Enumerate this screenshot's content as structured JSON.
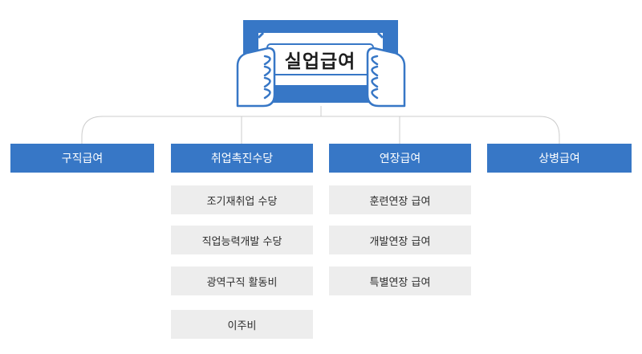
{
  "title": "실업급여",
  "categories": [
    {
      "label": "구직급여",
      "items": []
    },
    {
      "label": "취업촉진수당",
      "items": [
        "조기재취업 수당",
        "직업능력개발 수당",
        "광역구직 활동비",
        "이주비"
      ]
    },
    {
      "label": "연장급여",
      "items": [
        "훈련연장 급여",
        "개발연장 급여",
        "특별연장 급여"
      ]
    },
    {
      "label": "상병급여",
      "items": []
    }
  ],
  "colors": {
    "accent": "#3777c6",
    "sub_bg": "#ededed",
    "line": "#cccccc"
  },
  "icons": {
    "hero": "hands-holding-sign-icon"
  }
}
